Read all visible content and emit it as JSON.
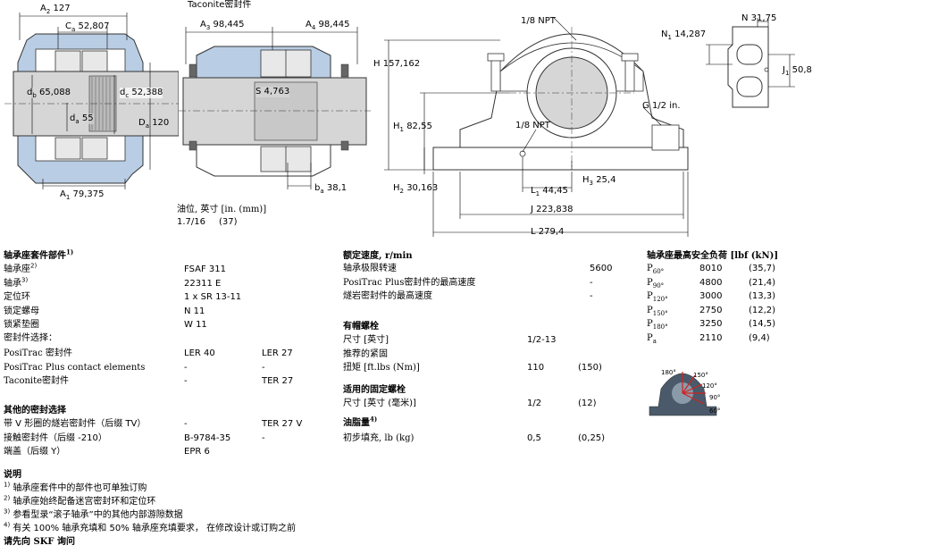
{
  "drawings": {
    "left": {
      "A2": "A",
      "A2_sub": "2",
      "A2_val": "127",
      "Ca": "C",
      "Ca_sub": "a",
      "Ca_val": "52,807",
      "db": "d",
      "db_sub": "b",
      "db_val": "65,088",
      "dc": "d",
      "dc_sub": "c",
      "dc_val": "52,388",
      "da": "d",
      "da_sub": "a",
      "da_val": "55",
      "Da": "D",
      "Da_sub": "a",
      "Da_val": "120",
      "A1": "A",
      "A1_sub": "1",
      "A1_val": "79,375"
    },
    "middle": {
      "title": "Taconite密封件",
      "A3": "A",
      "A3_sub": "3",
      "A3_val": "98,445",
      "A4": "A",
      "A4_sub": "4",
      "A4_val": "98,445",
      "S": "S",
      "S_val": "4,763",
      "ba": "b",
      "ba_sub": "a",
      "ba_val": "38,1"
    },
    "oil": {
      "label": "油位, 英寸 [in. (mm)]",
      "in": "1.7/16",
      "mm": "(37)"
    },
    "right": {
      "npt_top": "1/8 NPT",
      "H": "H",
      "H_val": "157,162",
      "H1": "H",
      "H1_sub": "1",
      "H1_val": "82,55",
      "npt_mid": "1/8 NPT",
      "G": "G",
      "G_val": "1/2 in.",
      "H3": "H",
      "H3_sub": "3",
      "H3_val": "25,4",
      "H2": "H",
      "H2_sub": "2",
      "H2_val": "30,163",
      "L1": "L",
      "L1_sub": "1",
      "L1_val": "44,45",
      "J": "J",
      "J_val": "223,838",
      "L": "L",
      "L_val": "279,4"
    },
    "detail": {
      "N": "N",
      "N_val": "31,75",
      "N1": "N",
      "N1_sub": "1",
      "N1_val": "14,287",
      "J1": "J",
      "J1_sub": "1",
      "J1_val": "50,8"
    },
    "angles": [
      "180°",
      "150°",
      "120°",
      "90°",
      "60°"
    ]
  },
  "components": {
    "heading": "轴承座套件部件",
    "heading_sup": "1)",
    "rows": [
      {
        "label": "轴承座",
        "sup": "2)",
        "value": "FSAF 311"
      },
      {
        "label": "轴承",
        "sup": "3)",
        "value": "22311 E"
      },
      {
        "label": "定位环",
        "sup": "",
        "value": "1 x SR 13-11"
      },
      {
        "label": "锁定螺母",
        "sup": "",
        "value": "N 11"
      },
      {
        "label": "锁紧垫圈",
        "sup": "",
        "value": "W 11"
      }
    ],
    "seal_heading": "密封件选择：",
    "seal_rows": [
      {
        "label": "PosiTrac 密封件",
        "v1": "LER 40",
        "v2": "LER 27"
      },
      {
        "label": "PosiTrac Plus contact elements",
        "v1": "-",
        "v2": "-"
      },
      {
        "label": "Taconite密封件",
        "v1": "-",
        "v2": "TER 27"
      }
    ],
    "other_heading": "其他的密封选择",
    "other_rows": [
      {
        "label": "带 V 形圈的燧岩密封件（后缀 TV）",
        "v1": "-",
        "v2": "TER 27 V"
      },
      {
        "label": "接触密封件（后缀 -210）",
        "v1": "B-9784-35",
        "v2": "-"
      },
      {
        "label": "端盖（后缀 Y）",
        "v1": "EPR 6",
        "v2": ""
      }
    ]
  },
  "speed": {
    "heading": "额定速度, r/min",
    "rows": [
      {
        "label": "轴承极限转速",
        "value": "5600"
      },
      {
        "label": "PosiTrac Plus密封件的最高速度",
        "value": "-"
      },
      {
        "label": "燧岩密封件的最高速度",
        "value": "-"
      }
    ],
    "cap_heading": "有帽螺栓",
    "cap_rows": [
      {
        "label": "尺寸 [英寸]",
        "v1": "1/2-13",
        "v2": ""
      },
      {
        "label": "推荐的紧固",
        "v1": "",
        "v2": ""
      },
      {
        "label": "扭矩 [ft.lbs (Nm)]",
        "v1": "110",
        "v2": "(150)"
      }
    ],
    "fix_heading": "适用的固定螺栓",
    "fix_rows": [
      {
        "label": "尺寸 [英寸 (毫米)]",
        "v1": "1/2",
        "v2": "(12)"
      }
    ],
    "grease_heading": "油脂量",
    "grease_sup": "4)",
    "grease_rows": [
      {
        "label": "初步填充, lb (kg)",
        "v1": "0,5",
        "v2": "(0,25)"
      }
    ]
  },
  "loads": {
    "heading": "轴承座最高安全负荷 [lbf (kN)]",
    "rows": [
      {
        "p": "P",
        "sub": "60°",
        "v1": "8010",
        "v2": "(35,7)"
      },
      {
        "p": "P",
        "sub": "90°",
        "v1": "4800",
        "v2": "(21,4)"
      },
      {
        "p": "P",
        "sub": "120°",
        "v1": "3000",
        "v2": "(13,3)"
      },
      {
        "p": "P",
        "sub": "150°",
        "v1": "2750",
        "v2": "(12,2)"
      },
      {
        "p": "P",
        "sub": "180°",
        "v1": "3250",
        "v2": "(14,5)"
      },
      {
        "p": "P",
        "sub": "a",
        "v1": "2110",
        "v2": "(9,4)"
      }
    ]
  },
  "notes": {
    "heading": "说明",
    "items": [
      {
        "sup": "1)",
        "text": "轴承座套件中的部件也可单独订购"
      },
      {
        "sup": "2)",
        "text": "轴承座始终配备迷宫密封环和定位环"
      },
      {
        "sup": "3)",
        "text": "参看型录“滚子轴承”中的其他内部游隙数据"
      },
      {
        "sup": "4)",
        "text": "有关 100% 轴承充填和 50% 轴承座充填要求， 在修改设计或订购之前"
      }
    ],
    "footer": "请先向 SKF 询问"
  },
  "colors": {
    "housing": "#b9cde4",
    "shaft": "#d6d6d6",
    "dark": "#555555",
    "red": "#d42020"
  }
}
